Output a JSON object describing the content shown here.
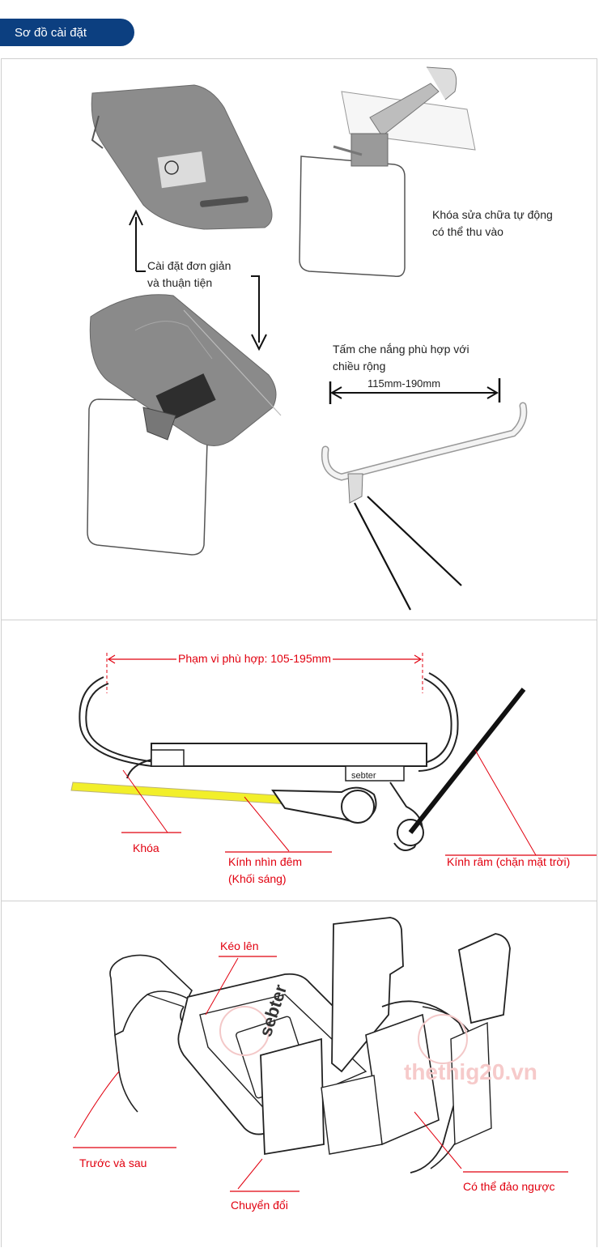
{
  "header": {
    "title": "Sơ đồ cài đặt"
  },
  "panel1": {
    "label_auto_lock_line1": "Khóa sửa chữa tự động",
    "label_auto_lock_line2": "có thể thu vào",
    "label_easy_install_line1": "Cài đặt đơn giản",
    "label_easy_install_line2": "và thuận tiện",
    "label_visor_fit_line1": "Tấm che nắng phù hợp với",
    "label_visor_fit_line2": "chiều rộng",
    "label_width_range": "115mm-190mm"
  },
  "panel2": {
    "label_fit_range": "Phạm vi phù hợp: 105-195mm",
    "label_lock": "Khóa",
    "label_night_glass_line1": "Kính nhìn đêm",
    "label_night_glass_line2": "(Khối sáng)",
    "label_sunglass": "Kính râm (chặn mặt trời)",
    "brand": "sebter"
  },
  "panel3": {
    "label_pull_up": "Kéo lên",
    "label_front_back": "Trước và sau",
    "label_switch": "Chuyển đổi",
    "label_reversible": "Có thể đảo ngược",
    "brand": "sebter",
    "watermark": "thethig20.vn"
  },
  "colors": {
    "accent": "#0c3f80",
    "callout": "#e1000f",
    "night_glass": "#f2ef2a"
  }
}
